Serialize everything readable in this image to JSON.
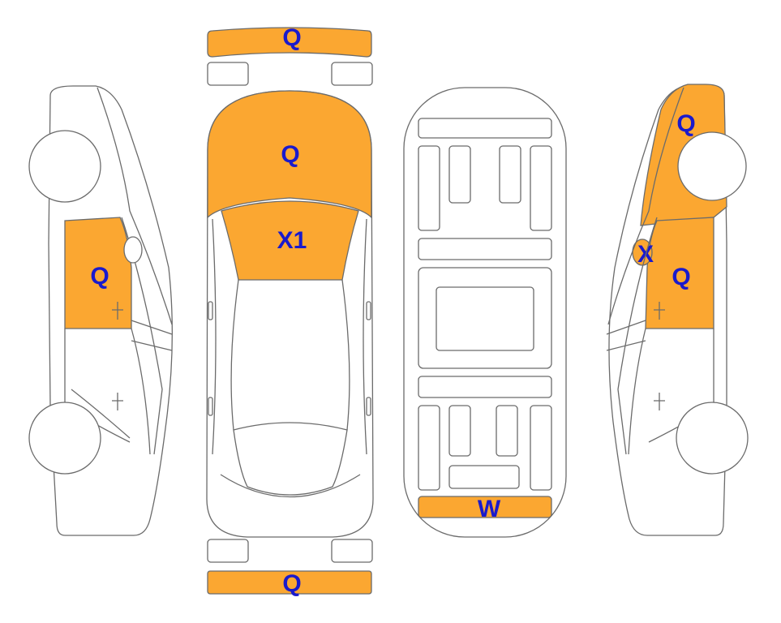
{
  "colors": {
    "damage_fill": "#FBA731",
    "code_text": "#1A1ACC",
    "outline": "#6B6B6B"
  },
  "codes": {
    "front_bumper": "Q",
    "hood": "Q",
    "windshield": "X1",
    "left_door": "Q",
    "right_rear_quarter": "Q",
    "right_mirror": "X",
    "right_door": "Q",
    "undercarriage_rear": "W",
    "rear_bumper": "Q"
  }
}
